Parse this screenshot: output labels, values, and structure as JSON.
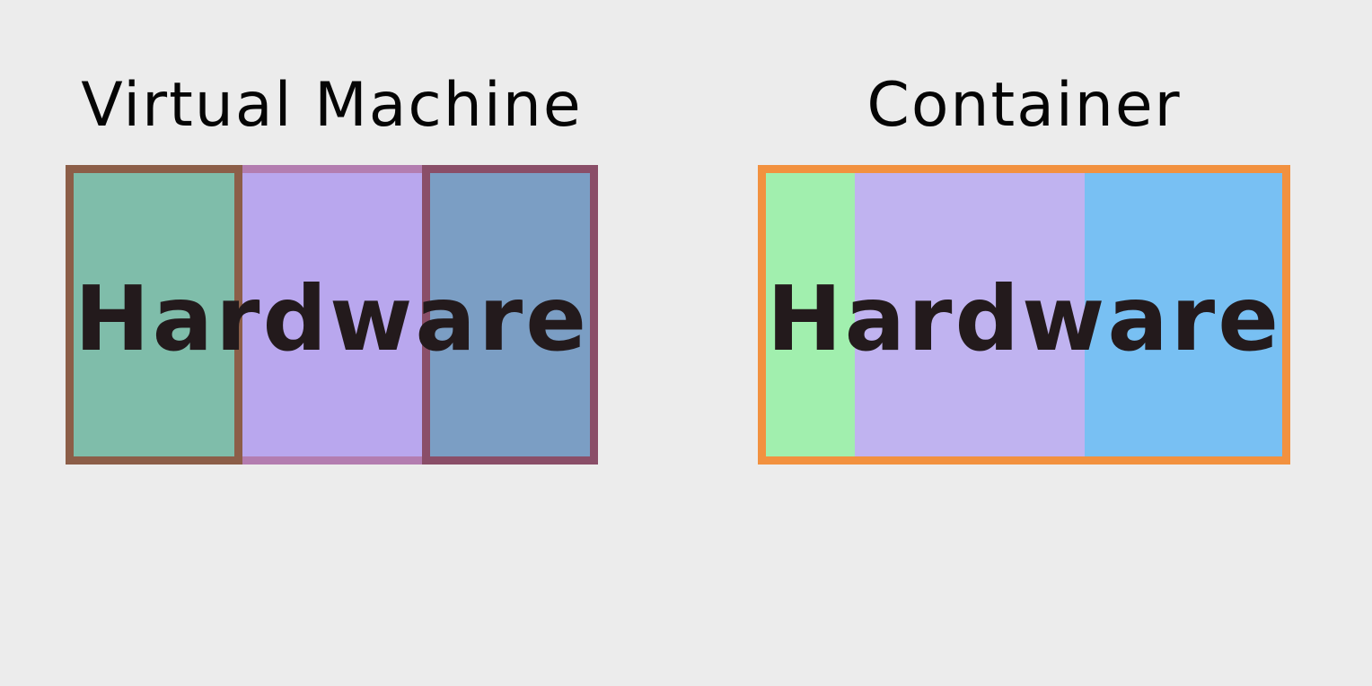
{
  "virtual_machine": {
    "title": "Virtual Machine",
    "label": "Hardware",
    "segments": [
      {
        "fill": "#7fbdaa",
        "border": "#8c5e48"
      },
      {
        "fill": "#b9a7ee",
        "border": "#b37db0"
      },
      {
        "fill": "#7b9ec4",
        "border": "#8a4e68"
      }
    ]
  },
  "container": {
    "title": "Container",
    "label": "Hardware",
    "border": "#f2913f",
    "segments": [
      {
        "fill": "#a1efae"
      },
      {
        "fill": "#c0b3f0"
      },
      {
        "fill": "#78c0f3"
      }
    ]
  }
}
